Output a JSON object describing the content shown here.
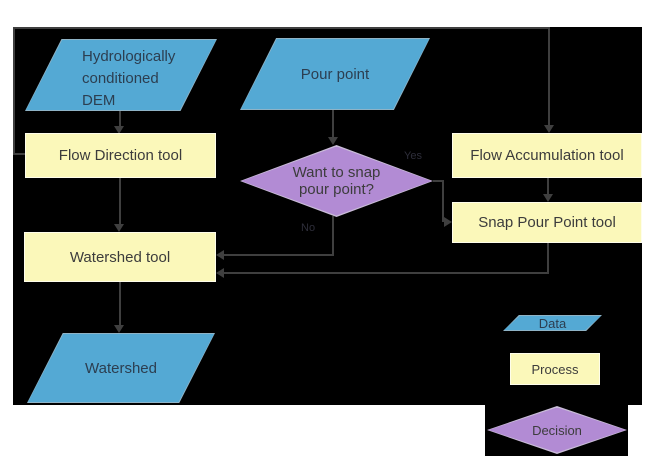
{
  "nodes": {
    "dem": {
      "label": "Hydrologically conditioned DEM",
      "type": "data"
    },
    "pour_point": {
      "label": "Pour point",
      "type": "data"
    },
    "flow_direction": {
      "label": "Flow Direction tool",
      "type": "process"
    },
    "snap_decision": {
      "label": "Want to snap pour point?",
      "type": "decision"
    },
    "flow_accumulation": {
      "label": "Flow Accumulation tool",
      "type": "process"
    },
    "snap_pour_point": {
      "label": "Snap Pour Point tool",
      "type": "process"
    },
    "watershed_tool": {
      "label": "Watershed tool",
      "type": "process"
    },
    "watershed": {
      "label": "Watershed",
      "type": "data"
    }
  },
  "edges": {
    "yes_label": "Yes",
    "no_label": "No"
  },
  "legend": {
    "data_label": "Data",
    "process_label": "Process",
    "decision_label": "Decision"
  },
  "colors": {
    "background": "#000000",
    "data_fill": "#54a9d4",
    "process_fill": "#fbf8ba",
    "decision_fill": "#b28bd4",
    "connector": "#3f3f3f"
  }
}
